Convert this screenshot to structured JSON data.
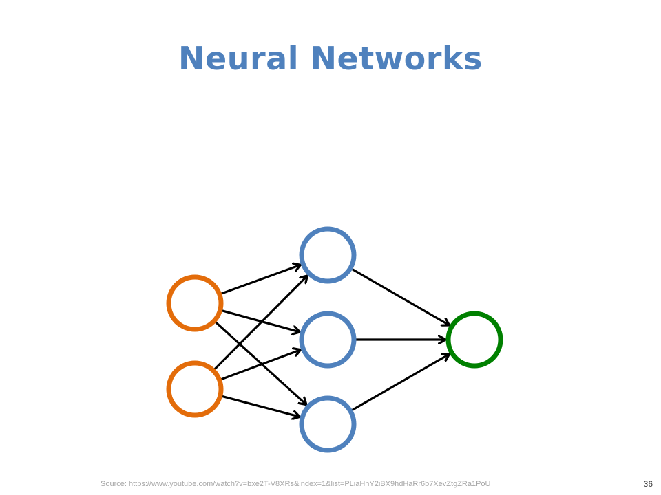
{
  "slide": {
    "title": "Neural Networks",
    "source": "Source: https://www.youtube.com/watch?v=bxe2T-V8XRs&index=1&list=PLiaHhY2iBX9hdHaRr6b7XevZtgZRa1PoU",
    "page_number": "36"
  },
  "colors": {
    "title": "#4f81bd",
    "input_node": "#e36c0a",
    "hidden_node": "#4f81bd",
    "output_node": "#008000",
    "edge": "#000000"
  },
  "network": {
    "layers": [
      {
        "name": "input",
        "count": 2,
        "color_key": "input_node"
      },
      {
        "name": "hidden",
        "count": 3,
        "color_key": "hidden_node"
      },
      {
        "name": "output",
        "count": 1,
        "color_key": "output_node"
      }
    ],
    "connections": [
      [
        "input-0",
        "hidden-0"
      ],
      [
        "input-0",
        "hidden-1"
      ],
      [
        "input-0",
        "hidden-2"
      ],
      [
        "input-1",
        "hidden-0"
      ],
      [
        "input-1",
        "hidden-1"
      ],
      [
        "input-1",
        "hidden-2"
      ],
      [
        "hidden-0",
        "output-0"
      ],
      [
        "hidden-1",
        "output-0"
      ],
      [
        "hidden-2",
        "output-0"
      ]
    ]
  }
}
